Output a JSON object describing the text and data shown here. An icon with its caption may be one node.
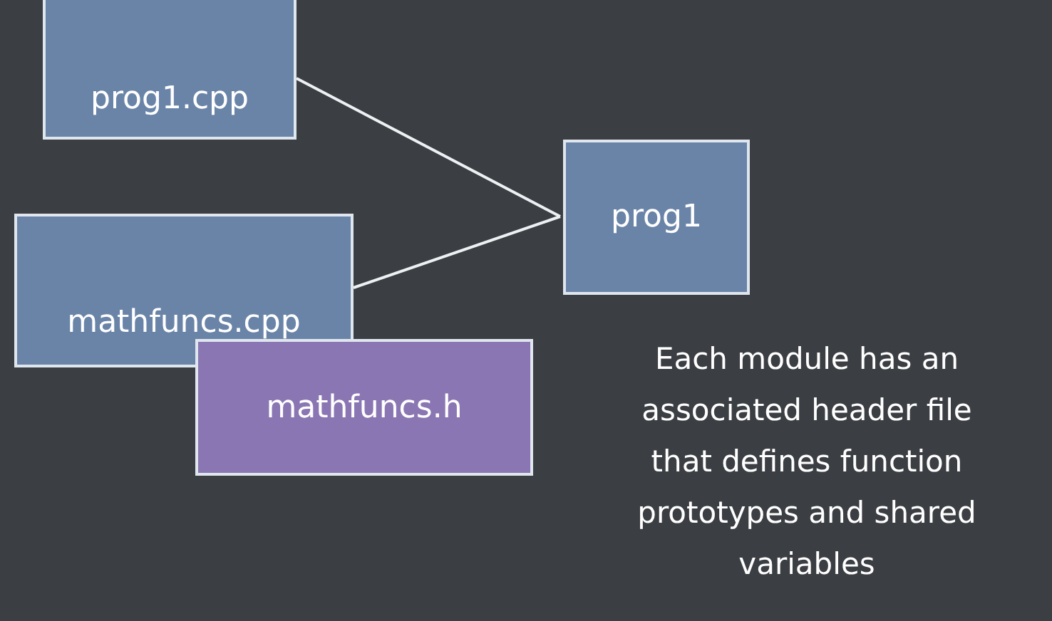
{
  "diagram": {
    "nodes": [
      {
        "text": [
          "prog1.cpp"
        ]
      },
      {
        "text": [
          "mathfuncs.cpp"
        ]
      },
      {
        "text": [
          "mathfuncs.h"
        ]
      },
      {
        "text": [
          "prog1"
        ]
      }
    ],
    "edges": [
      {
        "from": 0,
        "to": 3,
        "arrow": "none"
      },
      {
        "from": 1,
        "to": 3,
        "arrow": "none"
      }
    ],
    "labels": [
      "Each module has an associated header file that defines function prototypes and shared variables"
    ]
  }
}
